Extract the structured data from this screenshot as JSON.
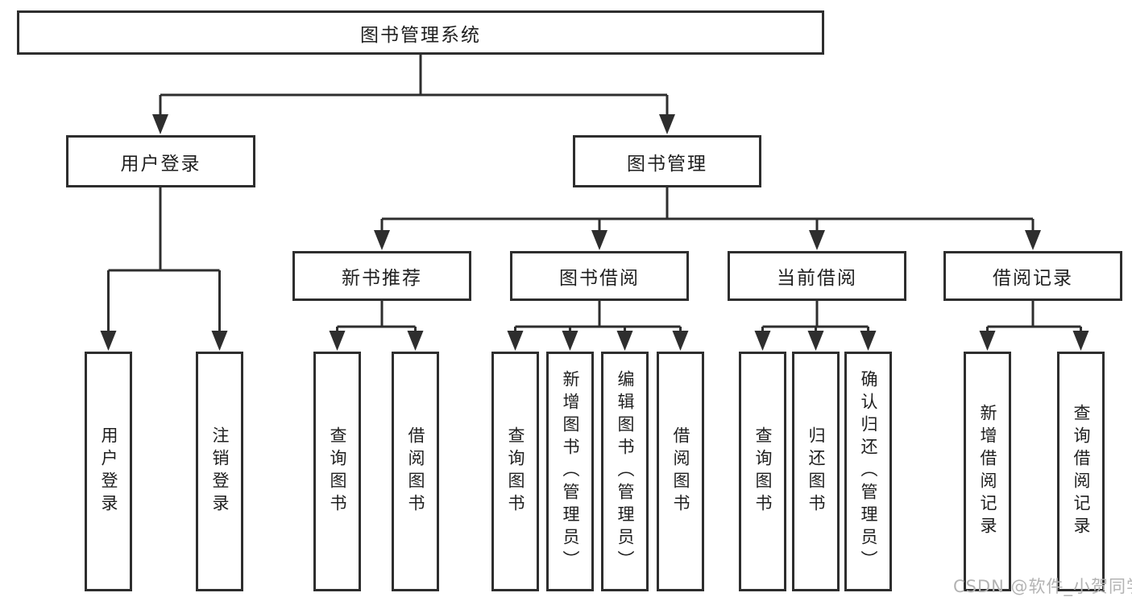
{
  "diagram": {
    "type": "tree",
    "root": {
      "label": "图书管理系统"
    },
    "branches": [
      {
        "label": "用户登录",
        "children": [
          {
            "label": "用户登录"
          },
          {
            "label": "注销登录"
          }
        ]
      },
      {
        "label": "图书管理",
        "children": [
          {
            "label": "新书推荐",
            "children": [
              {
                "label": "查询图书"
              },
              {
                "label": "借阅图书"
              }
            ]
          },
          {
            "label": "图书借阅",
            "children": [
              {
                "label": "查询图书"
              },
              {
                "label": "新增图书（管理员）"
              },
              {
                "label": "编辑图书（管理员）"
              },
              {
                "label": "借阅图书"
              }
            ]
          },
          {
            "label": "当前借阅",
            "children": [
              {
                "label": "查询图书"
              },
              {
                "label": "归还图书"
              },
              {
                "label": "确认归还（管理员）"
              }
            ]
          },
          {
            "label": "借阅记录",
            "children": [
              {
                "label": "新增借阅记录"
              },
              {
                "label": "查询借阅记录"
              }
            ]
          }
        ]
      }
    ]
  },
  "colors": {
    "line": "#2e2e2e",
    "box_border": "#2e2e2e",
    "text": "#1f1f1f",
    "watermark": "#b3b3b3",
    "background": "#ffffff"
  },
  "watermark": {
    "text": "CSDN @软件_小贺同学"
  }
}
